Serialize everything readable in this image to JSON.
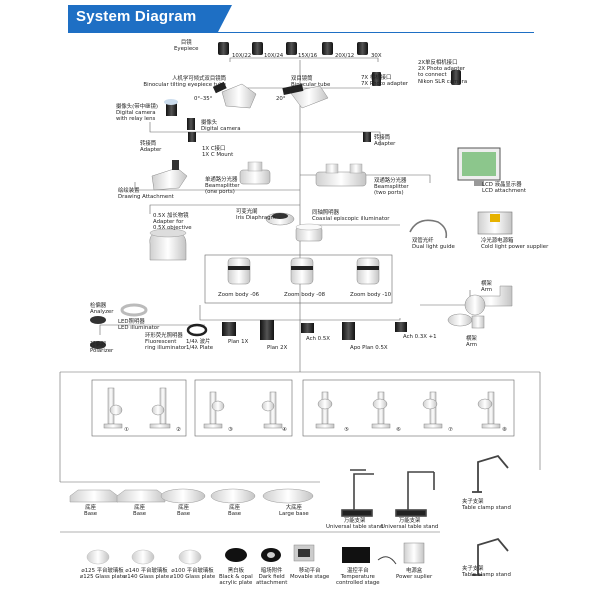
{
  "header": {
    "title": "System Diagram"
  },
  "eyepiece": {
    "label_cn": "目镜",
    "label_en": "Eyepiece",
    "magnifications": [
      "10X/22",
      "10X/24",
      "15X/16",
      "20X/12",
      "30X"
    ]
  },
  "row2": {
    "binocular_tilting": {
      "cn": "人机学可倾式双目镜筒",
      "en": "Binocular tilting eyepiece tube",
      "angle": "0°–35°"
    },
    "binocular_tube": {
      "cn": "双目镜筒",
      "en": "Binocular tube",
      "angle": "20°"
    },
    "photo_7x": {
      "cn": "7X 相机接口",
      "en": "7X Photo adapter"
    },
    "photo_2x": {
      "cn": "2X单反相机接口",
      "en": "2X Photo adapter",
      "en2": "to connect",
      "en3": "Nikon SLR camera"
    }
  },
  "row3": {
    "digital_relay": {
      "cn": "摄像头(带中继镜)",
      "en": "Digital camera",
      "en2": "with relay lens"
    },
    "digital_camera": {
      "cn": "摄像头",
      "en": "Digital camera"
    },
    "adapter_left": {
      "cn": "转接筒",
      "en": "Adapter"
    },
    "c_mount": {
      "cn": "1X C接口",
      "en": "1X C Mount"
    },
    "adapter_right": {
      "cn": "转接筒",
      "en": "Adapter"
    }
  },
  "row4": {
    "drawing": {
      "cn": "绘绘装置",
      "en": "Drawing Attachment"
    },
    "splitter_one": {
      "cn": "单通路分光器",
      "en": "Beamsplitter",
      "en2": "(one ports)"
    },
    "splitter_two": {
      "cn": "双通路分光器",
      "en": "Beamsplitter",
      "en2": "(two ports)"
    },
    "lcd": {
      "cn": "LCD 液晶显示器",
      "en": "LCD attachment"
    }
  },
  "row5": {
    "objective_05": {
      "cn": "0.5X 加长物镜",
      "en": "Adapter for",
      "en2": "0.5X objective"
    },
    "iris": {
      "cn": "可变光阑",
      "en": "Iris Diaphragm"
    },
    "coaxial": {
      "cn": "同轴照明器",
      "en": "Coaxial episcopic illuminator"
    },
    "dual_light": {
      "cn": "双管光纤",
      "en": "Dual light guide"
    },
    "cold_light": {
      "cn": "冷光源电源箱",
      "en": "Cold light power supplier"
    }
  },
  "zoom": [
    "Zoom body -06",
    "Zoom body -08",
    "Zoom body -10"
  ],
  "arm_top": {
    "cn": "横架",
    "en": "Arm"
  },
  "row6": {
    "analyzer": {
      "cn": "检偏器",
      "en": "Analyzer"
    },
    "led": {
      "cn": "LED照明器",
      "en": "LED illuminator"
    },
    "fluorescent": {
      "cn": "环形荧光照明器",
      "en": "Fluorescent",
      "en2": "ring illuminator"
    },
    "plate": {
      "cn": "1/4λ 波片",
      "en": "1/4λ Plate"
    },
    "polarizer": {
      "cn": "起偏器",
      "en": "Polarizer"
    },
    "plan_1x": "Plan 1X",
    "plan_2x": "Plan 2X",
    "ach_05": "Ach 0.5X",
    "apo_05": "Apo Plan 0.5X",
    "ach_03": "Ach 0.3X +1",
    "arm_mid": {
      "cn": "横架",
      "en": "Arm"
    }
  },
  "stands": [
    "①",
    "②",
    "③",
    "④",
    "⑤",
    "⑥",
    "⑦",
    "⑧"
  ],
  "bases": [
    {
      "cn": "底座",
      "en": "Base"
    },
    {
      "cn": "底座",
      "en": "Base"
    },
    {
      "cn": "底座",
      "en": "Base"
    },
    {
      "cn": "底座",
      "en": "Base"
    },
    {
      "cn": "大底座",
      "en": "Large base"
    }
  ],
  "universal": [
    {
      "cn": "万能支架",
      "en": "Universal table stand"
    },
    {
      "cn": "万能支架",
      "en": "Universal table stand"
    }
  ],
  "clamp": [
    {
      "cn": "夹子支架",
      "en": "Table clamp stand"
    },
    {
      "cn": "夹子支架",
      "en": "Table clamp stand"
    }
  ],
  "bottom": [
    {
      "cn": "⌀125 平台玻璃板",
      "en": "⌀125 Glass plate"
    },
    {
      "cn": "⌀140 平台玻璃板",
      "en": "⌀140 Glass plate"
    },
    {
      "cn": "⌀100 平台玻璃板",
      "en": "⌀100 Glass plate"
    },
    {
      "cn": "黑白板",
      "en": "Black & opal",
      "en2": "acrylic plate"
    },
    {
      "cn": "暗场附件",
      "en": "Dark field",
      "en2": "attachment"
    },
    {
      "cn": "移动平台",
      "en": "Movable stage"
    },
    {
      "cn": "温控平台",
      "en": "Temperature",
      "en2": "controlled stage"
    },
    {
      "cn": "电源盒",
      "en": "Power suplier"
    }
  ],
  "colors": {
    "accent": "#1e6fc4",
    "line": "#555555",
    "device_light": "#eeeeee",
    "device_dark": "#1a1a1a"
  }
}
